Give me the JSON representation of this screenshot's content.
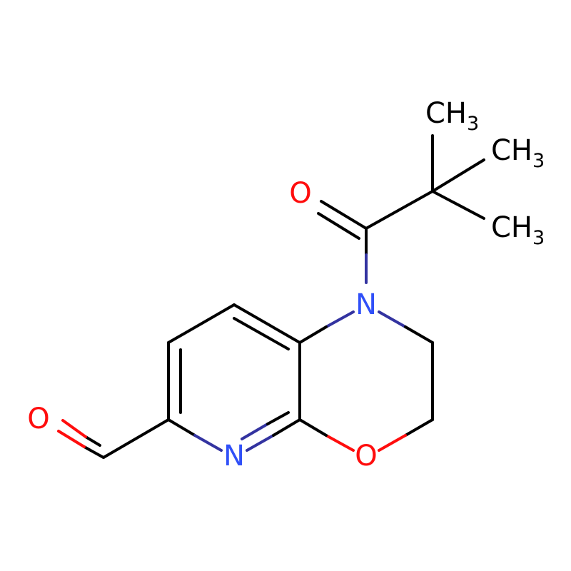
{
  "molecule": {
    "atoms": {
      "carbonyl_O": {
        "element": "O",
        "color": "#ff0d0d"
      },
      "amide_N": {
        "element": "N",
        "color": "#3050f8"
      },
      "ring_O": {
        "element": "O",
        "color": "#ff0d0d"
      },
      "ring_N": {
        "element": "N",
        "color": "#3050f8"
      },
      "aldehyde_O": {
        "element": "O",
        "color": "#ff0d0d"
      },
      "methyl_1": {
        "main": "CH",
        "sub": "3",
        "color": "#000000"
      },
      "methyl_2": {
        "main": "CH",
        "sub": "3",
        "color": "#000000"
      },
      "methyl_3": {
        "main": "CH",
        "sub": "3",
        "color": "#000000"
      }
    },
    "colors": {
      "bond": "#000000",
      "nitrogen": "#3333a0",
      "oxygen": "#ff0d0d"
    }
  }
}
